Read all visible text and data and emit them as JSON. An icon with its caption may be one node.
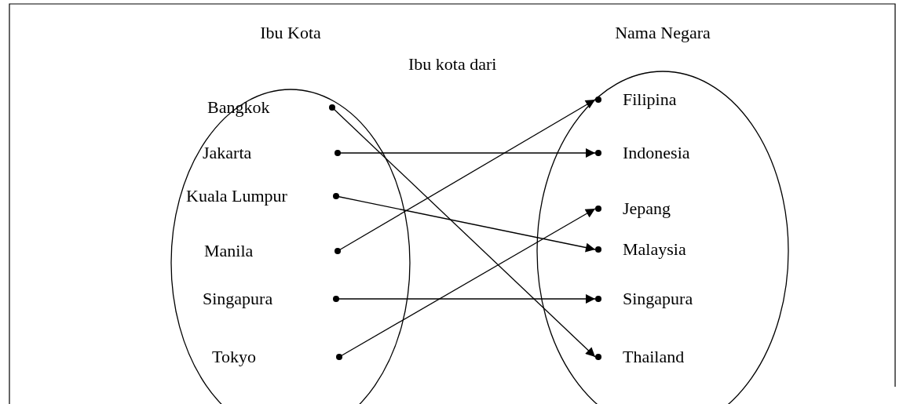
{
  "diagram": {
    "nodes": [
      {
        "text": [
          "Ibu Kota"
        ]
      },
      {
        "text": [
          "Nama Negara"
        ]
      },
      {
        "text": [
          "Bangkok"
        ],
        "in": 0
      },
      {
        "text": [
          "Jakarta"
        ],
        "in": 0
      },
      {
        "text": [
          "Kuala Lumpur"
        ],
        "in": 0
      },
      {
        "text": [
          "Manila"
        ],
        "in": 0
      },
      {
        "text": [
          "Singapura"
        ],
        "in": 0
      },
      {
        "text": [
          "Tokyo"
        ],
        "in": 0
      },
      {
        "text": [
          "Filipina"
        ],
        "in": 1
      },
      {
        "text": [
          "Indonesia"
        ],
        "in": 1
      },
      {
        "text": [
          "Jepang"
        ],
        "in": 1
      },
      {
        "text": [
          "Malaysia"
        ],
        "in": 1
      },
      {
        "text": [
          "Singapura"
        ],
        "in": 1
      },
      {
        "text": [
          "Thailand"
        ],
        "in": 1
      }
    ],
    "edges": [
      {
        "from": 2,
        "to": 13,
        "arrow": "to"
      },
      {
        "from": 3,
        "to": 9,
        "arrow": "to"
      },
      {
        "from": 4,
        "to": 11,
        "arrow": "to"
      },
      {
        "from": 5,
        "to": 8,
        "arrow": "to"
      },
      {
        "from": 6,
        "to": 12,
        "arrow": "to"
      },
      {
        "from": 7,
        "to": 10,
        "arrow": "to"
      }
    ],
    "labels": [
      "Ibu kota dari"
    ]
  }
}
